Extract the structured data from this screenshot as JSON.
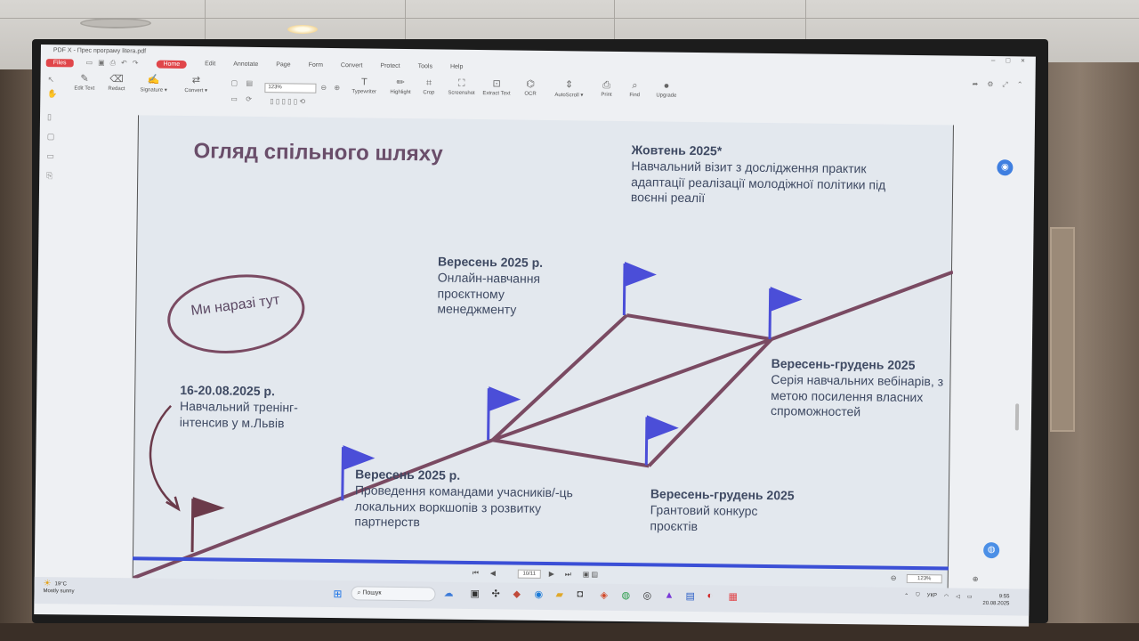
{
  "app": {
    "title": "PDF X - Прес програму litera.pdf",
    "files_label": "Files",
    "menu": [
      "Home",
      "Edit",
      "Annotate",
      "Page",
      "Form",
      "Convert",
      "Protect",
      "Tools",
      "Help"
    ],
    "active_menu": "Home"
  },
  "ribbon": {
    "tools": [
      "Edit Text",
      "Redact",
      "Signature ▾",
      "Convert ▾",
      "Typewriter",
      "Highlight",
      "Crop",
      "Screenshot",
      "Extract Text",
      "OCR",
      "AutoScroll ▾",
      "Print",
      "Find",
      "Upgrade"
    ],
    "zoom": "123%"
  },
  "slide": {
    "title": "Огляд спільного шляху",
    "here_note": "Ми наразі тут",
    "events": [
      {
        "date": "16-20.08.2025 р.",
        "text": "Навчальний тренінг-інтенсив у м.Львів"
      },
      {
        "date": "Вересень 2025 р.",
        "text": "Проведення командами учасників/-ць локальних воркшопів з розвитку партнерств"
      },
      {
        "date": "Вересень 2025 р.",
        "text": "Онлайн-навчання проєктному менеджменту"
      },
      {
        "date": "Жовтень 2025*",
        "text": "Навчальний візит з дослідження практик адаптації реалізації молодіжної політики під воєнні реалії"
      },
      {
        "date": "Вересень-грудень 2025",
        "text": "Серія навчальних вебінарів, з метою посилення власних спроможностей"
      },
      {
        "date": "Вересень-грудень 2025",
        "text": "Грантовий конкурс проєктів"
      }
    ]
  },
  "navigation": {
    "page": "10/11",
    "zoom": "123%"
  },
  "taskbar": {
    "temperature": "19°C",
    "weather": "Mostly sunny",
    "search_placeholder": "Пошук",
    "language": "УКР",
    "time": "9:55",
    "date": "20.08.2025"
  },
  "colors": {
    "accent": "#e0464a",
    "path": "#7a4a62",
    "flag": "#4b4ed8",
    "current_flag": "#6b3a4a",
    "text": "#3f4a63"
  }
}
